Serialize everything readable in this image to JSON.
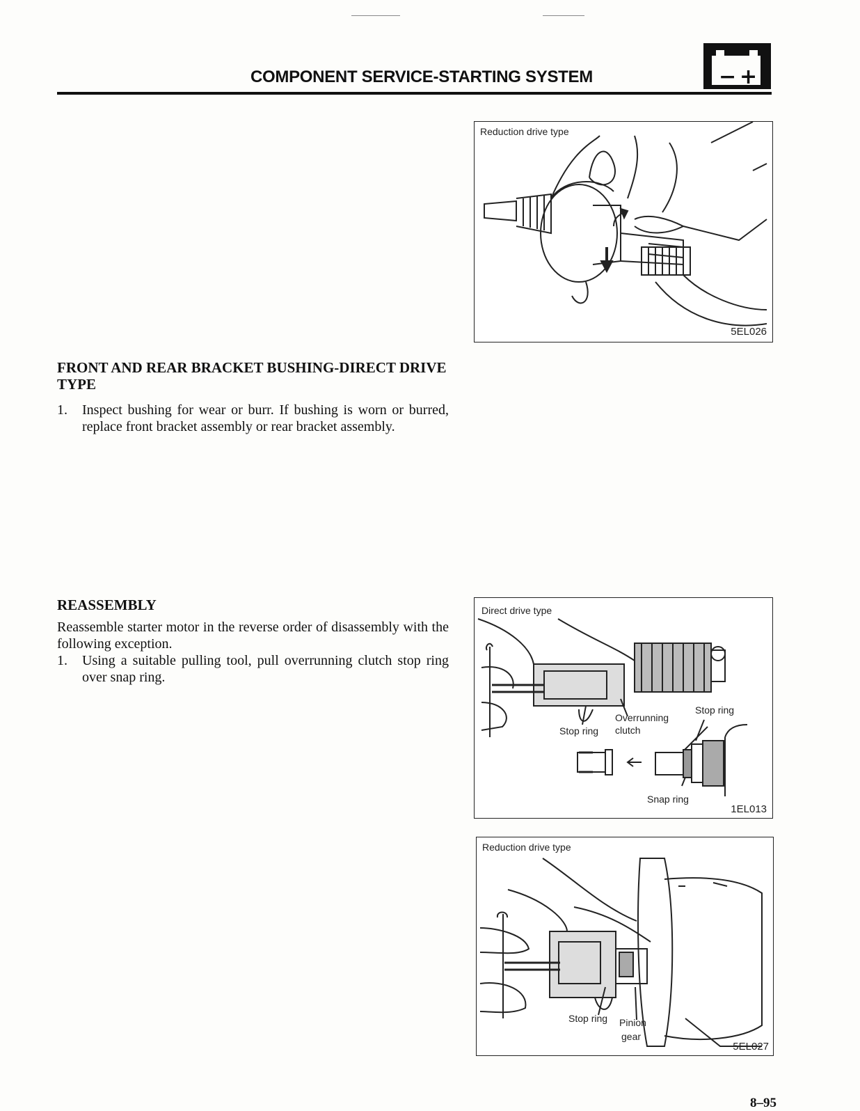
{
  "header": {
    "title": "COMPONENT SERVICE-STARTING SYSTEM",
    "battery_minus": "−",
    "battery_plus": "+"
  },
  "figures": {
    "fig1": {
      "caption": "Reduction drive type",
      "code": "5EL026"
    },
    "fig2": {
      "caption": "Direct drive type",
      "code": "1EL013",
      "labels": {
        "overrunning_clutch": [
          "Overrunning",
          "clutch"
        ],
        "stop_ring_left": "Stop ring",
        "stop_ring_right": "Stop ring",
        "snap_ring": "Snap ring"
      }
    },
    "fig3": {
      "caption": "Reduction drive type",
      "code": "5EL027",
      "labels": {
        "stop_ring": "Stop ring",
        "pinion_gear": [
          "Pinion",
          "gear"
        ]
      }
    }
  },
  "sections": {
    "bushing": {
      "heading_line1": "FRONT AND REAR BRACKET BUSHING-DIRECT DRIVE",
      "heading_line2": "TYPE",
      "steps": [
        {
          "num": "1.",
          "text": "Inspect bushing for wear or burr. If bushing is worn or burred, replace front bracket assembly or rear bracket assembly."
        }
      ]
    },
    "reassembly": {
      "heading": "REASSEMBLY",
      "intro": "Reassemble starter motor in the reverse order of disassembly with the following exception.",
      "steps": [
        {
          "num": "1.",
          "text": "Using a suitable pulling tool, pull overrunning clutch stop ring over snap ring."
        }
      ]
    }
  },
  "page_number": "8–95"
}
